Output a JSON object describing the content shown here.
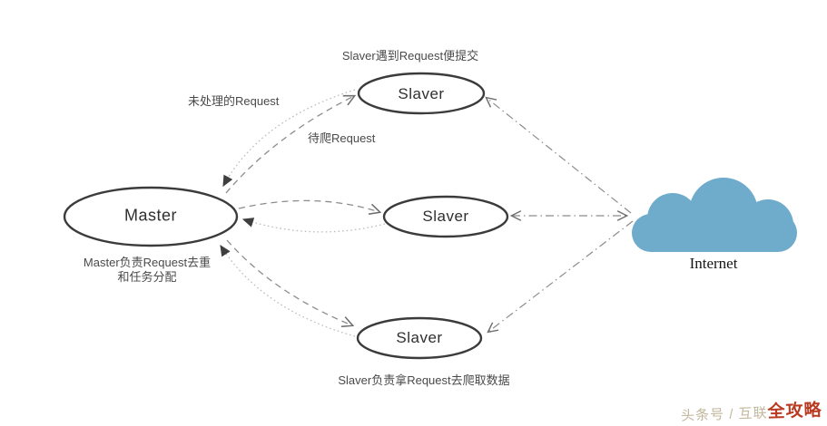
{
  "nodes": {
    "master": {
      "label": "Master"
    },
    "slaver_top": {
      "label": "Slaver"
    },
    "slaver_middle": {
      "label": "Slaver"
    },
    "slaver_bottom": {
      "label": "Slaver"
    },
    "internet": {
      "label": "Internet"
    }
  },
  "annotations": {
    "slaver_top_note": "Slaver遇到Request便提交",
    "unprocessed_request": "未处理的Request",
    "pending_request": "待爬Request",
    "master_note_line1": "Master负责Request去重",
    "master_note_line2": "和任务分配",
    "slaver_bottom_note": "Slaver负责拿Request去爬取数据"
  },
  "edges": [
    {
      "from": "master",
      "to": "slaver_top",
      "style": "dashed",
      "label": "待爬Request",
      "arrow": "open"
    },
    {
      "from": "slaver_top",
      "to": "master",
      "style": "dotted",
      "label": "未处理的Request",
      "arrow": "solid"
    },
    {
      "from": "master",
      "to": "slaver_middle",
      "style": "dashed",
      "arrow": "open"
    },
    {
      "from": "slaver_middle",
      "to": "master",
      "style": "dotted",
      "arrow": "solid"
    },
    {
      "from": "master",
      "to": "slaver_bottom",
      "style": "dashed",
      "arrow": "open"
    },
    {
      "from": "slaver_bottom",
      "to": "master",
      "style": "dotted",
      "arrow": "solid"
    },
    {
      "from": "internet",
      "to": "slaver_top",
      "style": "dashdot",
      "arrow": "open"
    },
    {
      "from": "slaver_middle",
      "to": "internet",
      "style": "dashdot",
      "arrow": "open",
      "bidirectional": true
    },
    {
      "from": "internet",
      "to": "slaver_bottom",
      "style": "dashdot",
      "arrow": "open"
    }
  ],
  "watermark": {
    "prefix": "头条号 / 互联",
    "highlight": "全攻略"
  },
  "colors": {
    "cloud": "#6FABCB",
    "node_fill": "#FFFFFF",
    "node_stroke": "#3B3B3B",
    "dashed_line": "#8C8C8C",
    "dotted_line": "#BDBDBD",
    "dashdot_line": "#8C8C8C",
    "annotation_text": "#4A4A4A",
    "watermark_prefix": "#C2B79D",
    "watermark_highlight": "#B93A21"
  }
}
